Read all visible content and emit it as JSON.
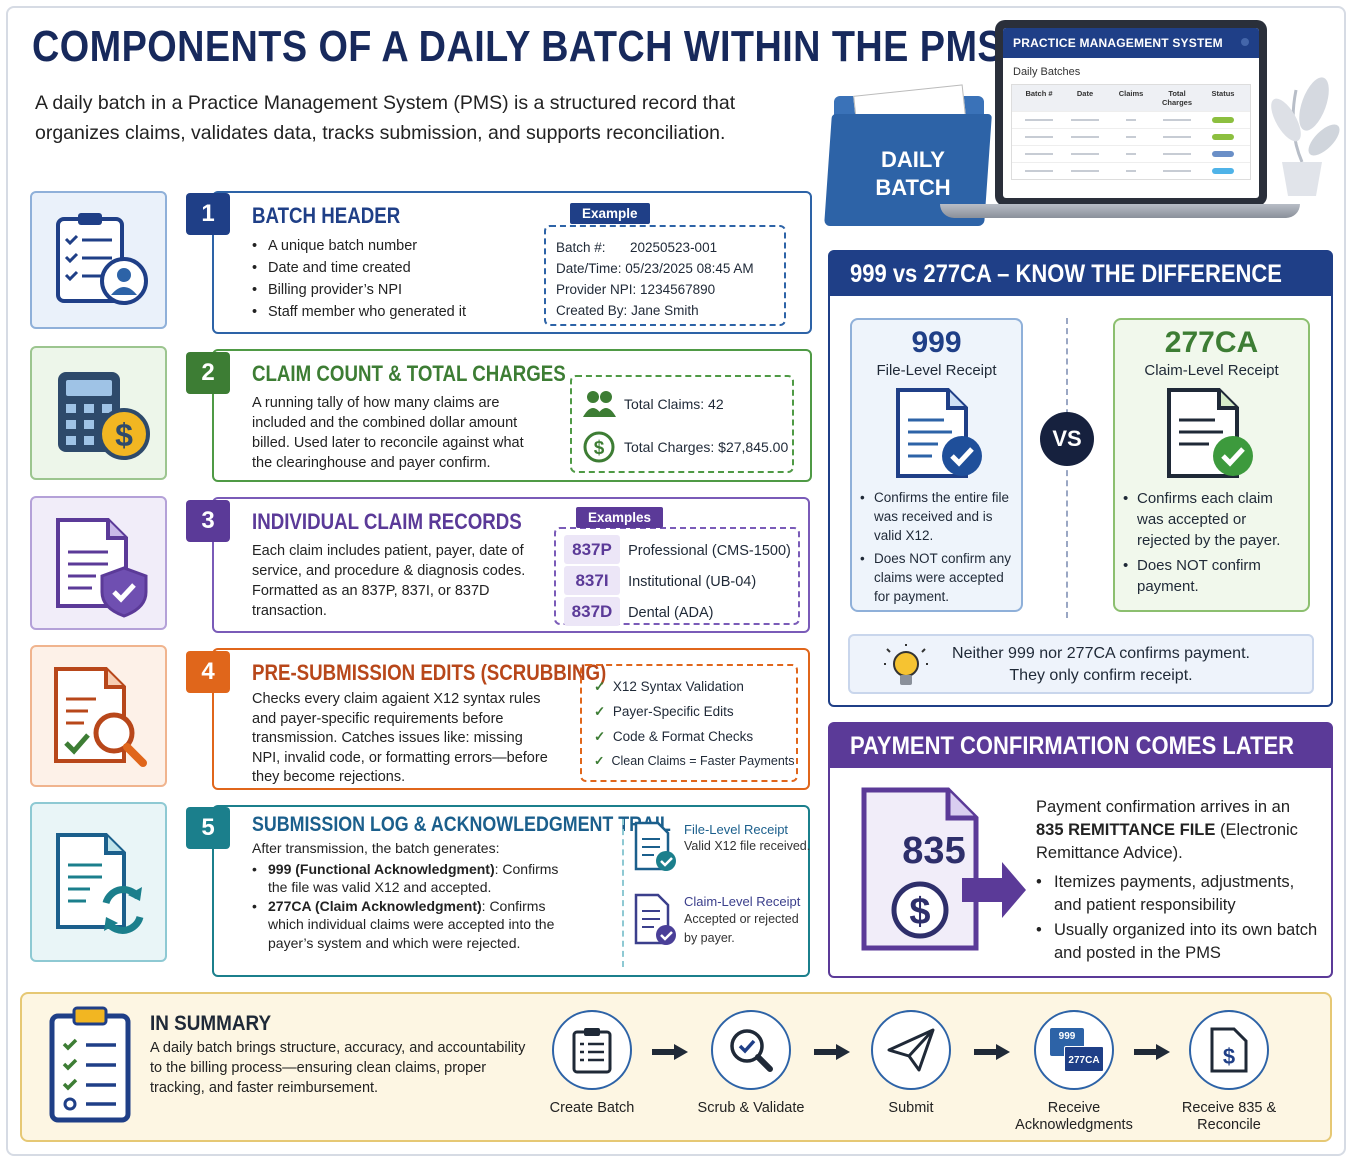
{
  "title": "COMPONENTS OF A DAILY BATCH WITHIN THE PMS",
  "subtitle": "A daily batch in a Practice Management System (PMS) is a structured record that organizes claims, validates data, tracks submission, and supports reconciliation.",
  "laptop": {
    "app_title": "PRACTICE MANAGEMENT SYSTEM",
    "section": "Daily Batches",
    "columns": [
      "Batch #",
      "Date",
      "Claims",
      "Total Charges",
      "Status"
    ],
    "status_colors": [
      "#8cbf3f",
      "#8cbf3f",
      "#6a8fc7",
      "#4fb3e8"
    ]
  },
  "folder_label": "DAILY BATCH",
  "rows": [
    {
      "num": "1",
      "title": "BATCH HEADER",
      "color": "#1f3f87",
      "bullets": [
        "A unique batch number",
        "Date and time created",
        "Billing provider’s NPI",
        "Staff member who generated it"
      ],
      "example_tag": "Example",
      "example": [
        {
          "k": "Batch #:",
          "v": "20250523-001"
        },
        {
          "k": "Date/Time:",
          "v": "05/23/2025 08:45 AM"
        },
        {
          "k": "Provider NPI:",
          "v": "1234567890"
        },
        {
          "k": "Created By:",
          "v": "Jane Smith"
        }
      ]
    },
    {
      "num": "2",
      "title": "CLAIM COUNT & TOTAL CHARGES",
      "color": "#3d7d34",
      "body": "A running tally of how many claims are included and the combined dollar amount billed. Used later to reconcile against what the clearinghouse and payer confirm.",
      "stats": [
        {
          "k": "Total Claims:",
          "v": "42",
          "icon": "people-icon"
        },
        {
          "k": "Total Charges:",
          "v": "$27,845.00",
          "icon": "dollar-icon"
        }
      ]
    },
    {
      "num": "3",
      "title": "INDIVIDUAL CLAIM RECORDS",
      "color": "#5b3a98",
      "body": "Each claim includes patient, payer, date of service, and procedure & diagnosis codes. Formatted as an 837P, 837I, or 837D transaction.",
      "example_tag": "Examples",
      "examples": [
        {
          "code": "837P",
          "desc": "Professional (CMS-1500)"
        },
        {
          "code": "837I",
          "desc": "Institutional (UB-04)"
        },
        {
          "code": "837D",
          "desc": "Dental (ADA)"
        }
      ]
    },
    {
      "num": "4",
      "title": "PRE-SUBMISSION EDITS (SCRUBBING)",
      "color": "#e0661b",
      "title_color": "#b8471a",
      "body": "Checks every claim agaient X12 syntax rules and payer-specific requirements before transmission. Catches issues like: missing NPI, invalid code, or formatting errors—before they become rejections.",
      "checks": [
        "X12 Syntax Validation",
        "Payer-Specific Edits",
        "Code & Format Checks",
        "Clean Claims = Faster Payments"
      ]
    },
    {
      "num": "5",
      "title": "SUBMISSION LOG & ACKNOWLEDGMENT TRAIL",
      "color": "#1b7f8c",
      "title_color": "#1b5f8c",
      "intro": "After transmission, the batch generates:",
      "items": [
        {
          "bold": "999 (Functional Acknowledgment)",
          "rest": ": Confirms the file was valid X12 and accepted."
        },
        {
          "bold": "277CA (Claim Acknowledgment)",
          "rest": ": Confirms which individual claims were accepted into the payer’s system and which were rejected."
        }
      ],
      "receipts": [
        {
          "title": "File-Level Receipt",
          "desc": "Valid X12 file received."
        },
        {
          "title": "Claim-Level Receipt",
          "desc": "Accepted or rejected by payer."
        }
      ]
    }
  ],
  "compare": {
    "heading": "999 vs 277CA – KNOW THE DIFFERENCE",
    "left": {
      "code": "999",
      "label": "File-Level Receipt",
      "bullets": [
        "Confirms the entire file was received and is valid X12.",
        "Does NOT confirm any claims were accepted for payment."
      ]
    },
    "vs": "VS",
    "right": {
      "code": "277CA",
      "label": "Claim-Level Receipt",
      "bullets": [
        "Confirms each claim was accepted or rejected by the payer.",
        "Does NOT confirm payment."
      ]
    },
    "note_line1": "Neither 999 nor 277CA confirms payment.",
    "note_line2": "They only confirm receipt."
  },
  "payment": {
    "heading": "PAYMENT CONFIRMATION COMES LATER",
    "doc_code": "835",
    "text_pre": "Payment confirmation arrives in an ",
    "text_bold": "835 REMITTANCE FILE",
    "text_post": " (Electronic Remittance Advice).",
    "bullets": [
      "Itemizes payments, adjustments, and patient responsibility",
      "Usually organized into its own batch and posted in the PMS"
    ]
  },
  "summary": {
    "title": "IN SUMMARY",
    "text": "A daily batch brings structure, accuracy, and accountability to the billing process—ensuring clean claims, proper tracking, and faster reimbursement.",
    "steps": [
      "Create Batch",
      "Scrub & Validate",
      "Submit",
      "Receive Acknowledgments",
      "Receive 835 & Reconcile"
    ],
    "ack_badge_1": "999",
    "ack_badge_2": "277CA"
  }
}
